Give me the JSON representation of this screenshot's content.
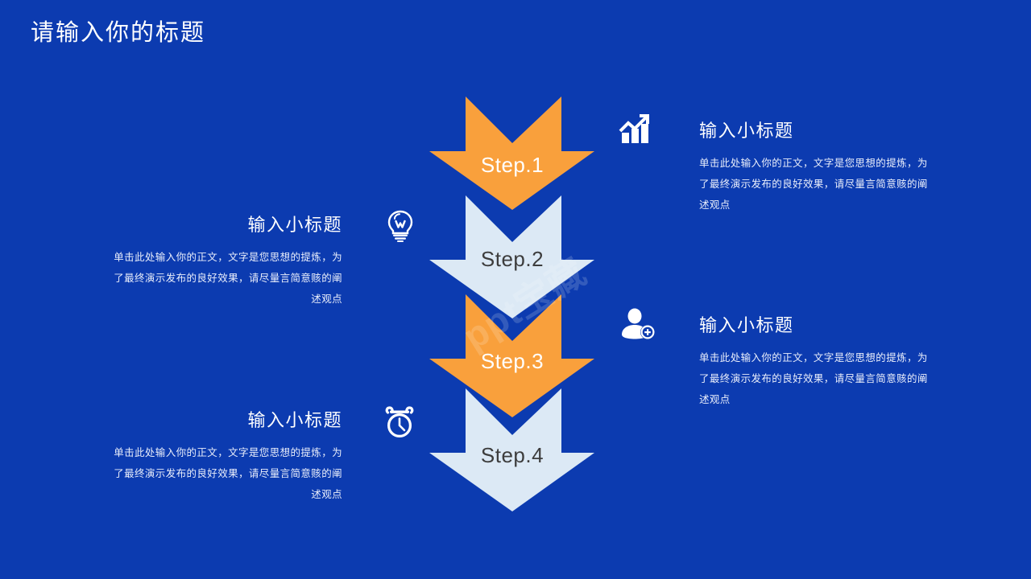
{
  "slide": {
    "title": "请输入你的标题",
    "background_color": "#0c3bb0",
    "watermark": "ppt宝藏"
  },
  "palette": {
    "background": "#0c3bb0",
    "arrow_orange": "#f9a03c",
    "arrow_light": "#dce9f5",
    "title_text": "#ffffff",
    "body_text": "#e9eefb",
    "label_on_orange": "#ffffff",
    "label_on_light": "#3d3d3d"
  },
  "steps": [
    {
      "label": "Step.1",
      "fill": "#f9a03c",
      "text_color": "#ffffff"
    },
    {
      "label": "Step.2",
      "fill": "#dce9f5",
      "text_color": "#3d3d3d"
    },
    {
      "label": "Step.3",
      "fill": "#f9a03c",
      "text_color": "#ffffff"
    },
    {
      "label": "Step.4",
      "fill": "#dce9f5",
      "text_color": "#3d3d3d"
    }
  ],
  "text_blocks": [
    {
      "heading": "输入小标题",
      "body": "单击此处输入你的正文，文字是您思想的提炼，为了最终演示发布的良好效果，请尽量言简意赅的阐述观点",
      "icon": "chart-trending-up-icon",
      "align": "left"
    },
    {
      "heading": "输入小标题",
      "body": "单击此处输入你的正文，文字是您思想的提炼，为了最终演示发布的良好效果，请尽量言简意赅的阐述观点",
      "icon": "lightbulb-icon",
      "align": "right"
    },
    {
      "heading": "输入小标题",
      "body": "单击此处输入你的正文，文字是您思想的提炼，为了最终演示发布的良好效果，请尽量言简意赅的阐述观点",
      "icon": "person-add-icon",
      "align": "left"
    },
    {
      "heading": "输入小标题",
      "body": "单击此处输入你的正文，文字是您思想的提炼，为了最终演示发布的良好效果，请尽量言简意赅的阐述观点",
      "icon": "alarm-clock-icon",
      "align": "right"
    }
  ]
}
